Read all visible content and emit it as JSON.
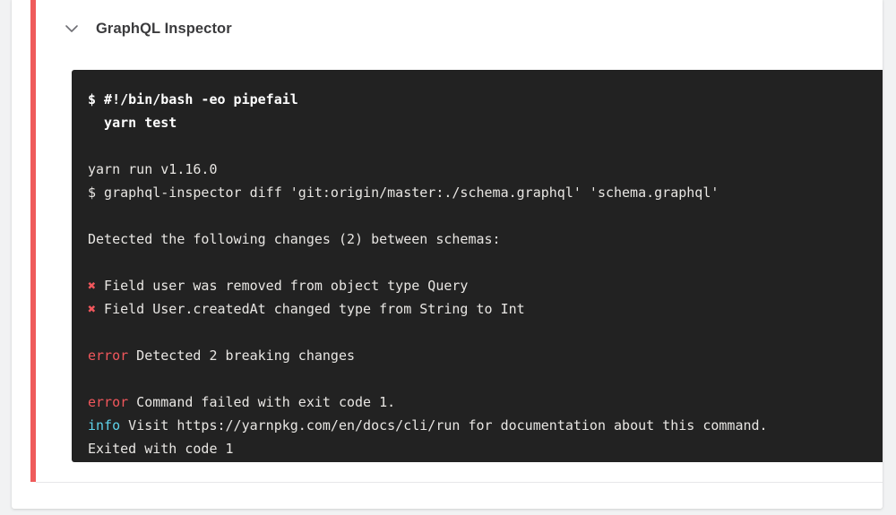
{
  "card": {
    "accent_color": "#ef5b5b",
    "background": "#ffffff"
  },
  "header": {
    "title": "GraphQL Inspector",
    "toggle_icon": "chevron-down-icon"
  },
  "terminal": {
    "background": "#222222",
    "foreground": "#e8e6e3",
    "error_color": "#f1575c",
    "info_color": "#5ed3eb",
    "lines": [
      {
        "type": "command",
        "text": "$ #!/bin/bash -eo pipefail"
      },
      {
        "type": "command",
        "text": "  yarn test"
      },
      {
        "type": "blank",
        "text": ""
      },
      {
        "type": "plain",
        "text": "yarn run v1.16.0"
      },
      {
        "type": "plain",
        "text": "$ graphql-inspector diff 'git:origin/master:./schema.graphql' 'schema.graphql'"
      },
      {
        "type": "blank",
        "text": ""
      },
      {
        "type": "plain",
        "text": "Detected the following changes (2) between schemas:"
      },
      {
        "type": "blank",
        "text": ""
      },
      {
        "type": "cross",
        "marker": "✖",
        "text": " Field user was removed from object type Query"
      },
      {
        "type": "cross",
        "marker": "✖",
        "text": " Field User.createdAt changed type from String to Int"
      },
      {
        "type": "blank",
        "text": ""
      },
      {
        "type": "error",
        "label": "error",
        "text": " Detected 2 breaking changes"
      },
      {
        "type": "blank",
        "text": ""
      },
      {
        "type": "error",
        "label": "error",
        "text": " Command failed with exit code 1."
      },
      {
        "type": "info",
        "label": "info",
        "text": " Visit https://yarnpkg.com/en/docs/cli/run for documentation about this command."
      },
      {
        "type": "plain",
        "text": "Exited with code 1"
      }
    ]
  }
}
